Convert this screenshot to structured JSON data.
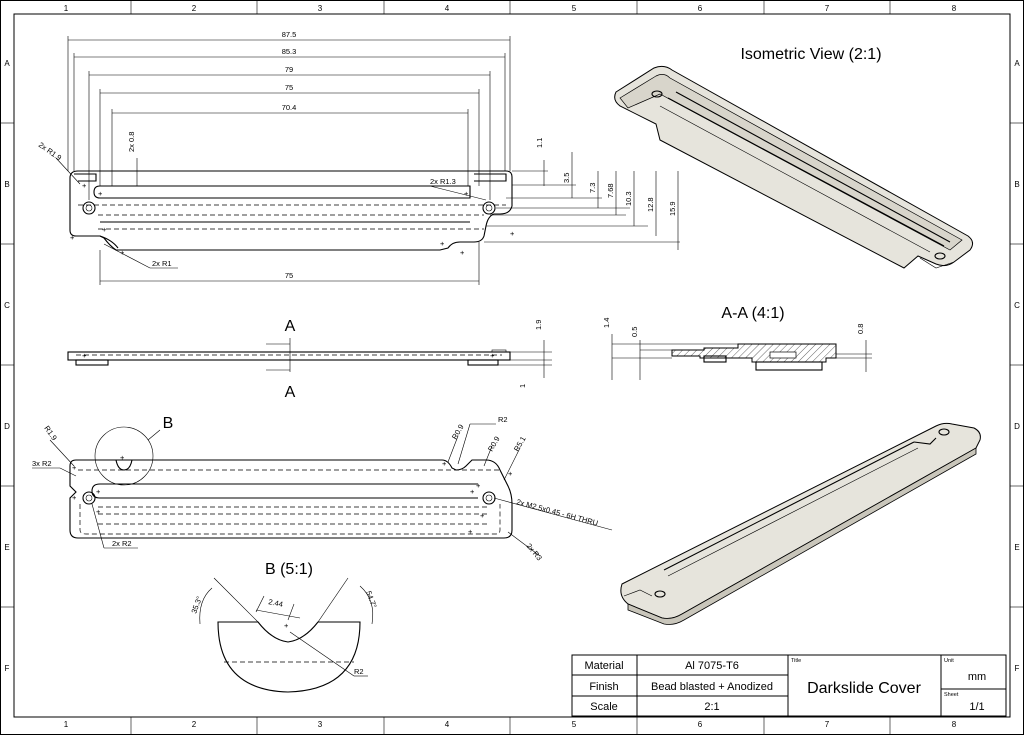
{
  "zones": {
    "columns": [
      "1",
      "2",
      "3",
      "4",
      "5",
      "6",
      "7",
      "8"
    ],
    "rows": [
      "A",
      "B",
      "C",
      "D",
      "E",
      "F"
    ]
  },
  "titles": {
    "isometric": "Isometric View (2:1)",
    "section": "A-A (4:1)",
    "detail": "B (5:1)",
    "detail_callout": "B",
    "section_letter": "A"
  },
  "dims_top": {
    "d875": "87.5",
    "d853": "85.3",
    "d79": "79",
    "d75": "75",
    "d704": "70.4",
    "d08": "2x 0.8",
    "r19": "2x R1.9",
    "r13": "2x R1.3",
    "r1": "2x R1",
    "bottom75": "75",
    "v11": "1.1",
    "v35": "3.5",
    "v73": "7.3",
    "v768": "7.68",
    "v103": "10.3",
    "v128": "12.8",
    "v159": "15.9"
  },
  "dims_side": {
    "v19": "1.9",
    "v1": "1"
  },
  "dims_section": {
    "v14": "1.4",
    "v05": "0.5",
    "v08": "0.8"
  },
  "dims_lower": {
    "r19": "R1.9",
    "r2x3": "3x R2",
    "r09a": "R0.9",
    "r2": "R2",
    "r09b": "R0.9",
    "r51": "R5.1",
    "thread": "2x M2.5x0.45 - 6H THRU",
    "r2x2": "2x R2",
    "r3": "2x R3"
  },
  "dims_detail": {
    "a353": "35.3°",
    "d244": "2.44",
    "a547": "54.7°",
    "r2": "R2"
  },
  "title_block": {
    "material_label": "Material",
    "material_value": "Al 7075-T6",
    "finish_label": "Finish",
    "finish_value": "Bead blasted + Anodized",
    "scale_label": "Scale",
    "scale_value": "2:1",
    "title_label": "Title",
    "title_value": "Darkslide Cover",
    "unit_label": "Unit",
    "unit_value": "mm",
    "sheet_label": "Sheet",
    "sheet_value": "1/1"
  },
  "colors": {
    "shade": "#e6e4dc",
    "shade_dark": "#c9c6bb",
    "line": "#000000"
  }
}
